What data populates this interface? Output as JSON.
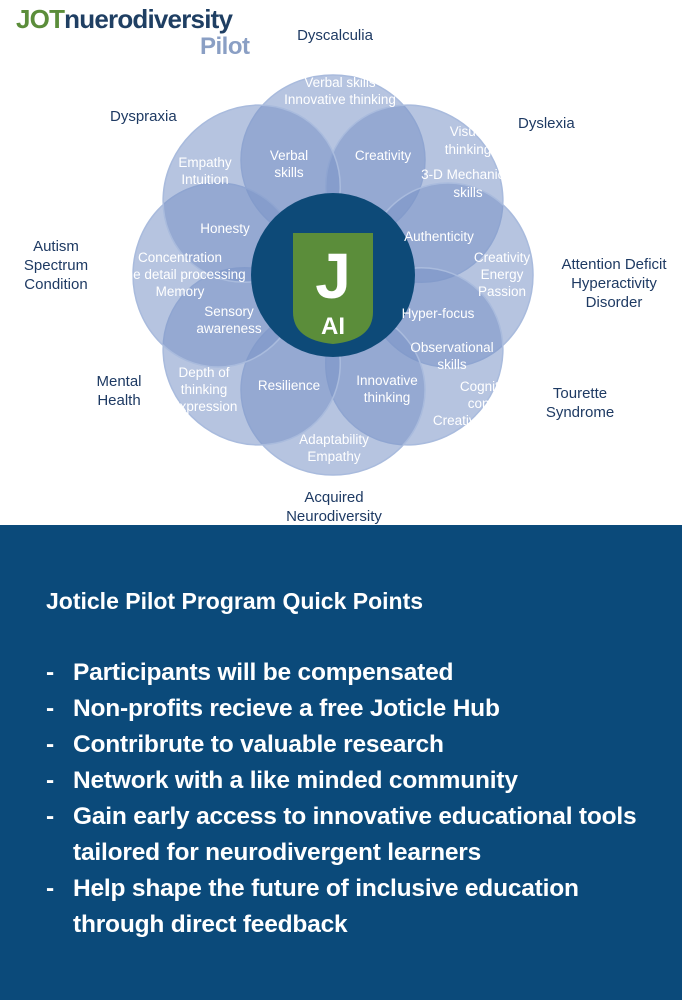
{
  "header": {
    "brand_jot": "JOT",
    "brand_rest": "nuerodiversity",
    "brand_pilot": "Pilot"
  },
  "colors": {
    "petal_fill": "#7a93c6",
    "petal_stroke": "#a9bbdd",
    "hub_ring": "#0d4a78",
    "logo_green": "#5b8d3a",
    "brand_navy": "#1f3f63",
    "panel_bg": "#0b4a7a"
  },
  "logo": {
    "letter": "J",
    "sub": "AI",
    "icon": "joticle-ai-logo-icon"
  },
  "conditions": {
    "dyscalculia": "Dyscalculia",
    "dyslexia": "Dyslexia",
    "dyspraxia": "Dyspraxia",
    "autism": [
      "Autism",
      "Spectrum",
      "Condition"
    ],
    "adhd": [
      "Attention Deficit",
      "Hyperactivity",
      "Disorder"
    ],
    "mental_health": [
      "Mental",
      "Health"
    ],
    "tourette": [
      "Tourette",
      "Syndrome"
    ],
    "acquired": [
      "Acquired",
      "Neurodiversity"
    ]
  },
  "strengths": {
    "dyscalculia": [
      "Verbal skills",
      "Innovative thinking"
    ],
    "dyscalculia_dyspraxia": [
      "Verbal",
      "skills"
    ],
    "dyscalculia_dyslexia": [
      "Creativity"
    ],
    "dyslexia": [
      "Visual",
      "thinking",
      "3-D Mechanical",
      "skills"
    ],
    "dyslexia_adhd": [
      "Authenticity"
    ],
    "adhd": [
      "Creativity",
      "Energy",
      "Passion"
    ],
    "adhd_tourette": [
      "Hyper-focus"
    ],
    "tourette": [
      "Observational",
      "skills",
      "Cognitive",
      "control",
      "Creativity"
    ],
    "tourette_acquired": [
      "Innovative",
      "thinking"
    ],
    "acquired": [
      "Adaptability",
      "Empathy"
    ],
    "acquired_mental": [
      "Resilience"
    ],
    "mental": [
      "Depth of",
      "thinking",
      "Expression"
    ],
    "mental_autism": [
      "Sensory",
      "awareness"
    ],
    "autism": [
      "Concentration",
      "Fine detail processing",
      "Memory"
    ],
    "autism_dyspraxia": [
      "Honesty"
    ],
    "dyspraxia": [
      "Empathy",
      "Intuition"
    ]
  },
  "quick_points": {
    "title": "Joticle Pilot Program Quick Points",
    "bullet": "-",
    "items": [
      "Participants will be compensated",
      "Non-profits recieve a free Joticle Hub",
      "Contribrute to valuable research",
      "Network with a like minded community",
      "Gain early access to innovative educational tools tailored for neurodivergent learners",
      "Help shape the future of inclusive education through direct feedback"
    ]
  }
}
